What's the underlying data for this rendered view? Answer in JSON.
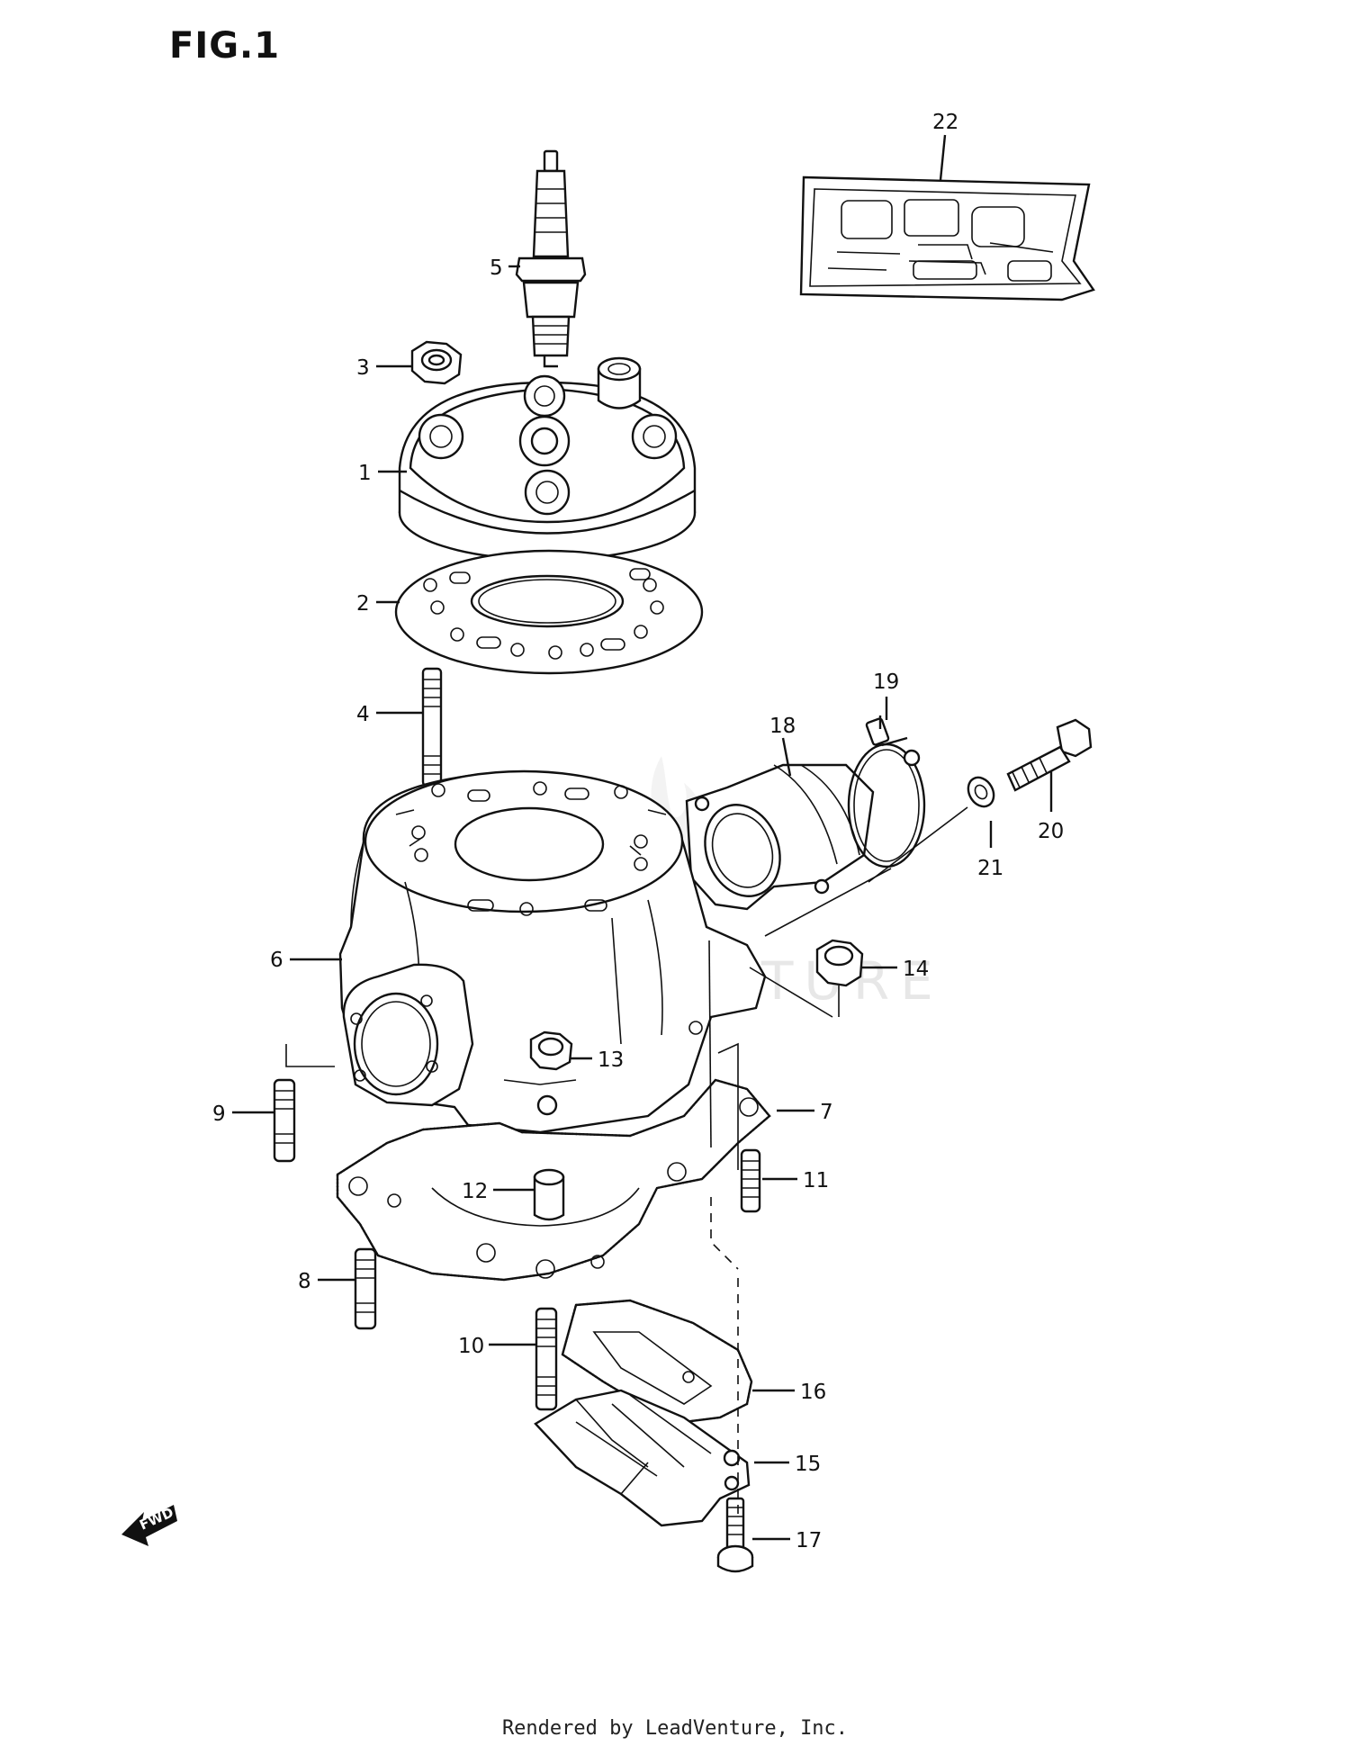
{
  "figure": {
    "title": "FIG.1",
    "watermark": "LEADVENTURE",
    "fwd_label": "FWD",
    "footer": "Rendered by LeadVenture, Inc."
  },
  "callouts": [
    {
      "id": "1",
      "part": "cylinder-head"
    },
    {
      "id": "2",
      "part": "head-gasket"
    },
    {
      "id": "3",
      "part": "head-nut"
    },
    {
      "id": "4",
      "part": "head-stud"
    },
    {
      "id": "5",
      "part": "spark-plug"
    },
    {
      "id": "6",
      "part": "cylinder"
    },
    {
      "id": "7",
      "part": "cylinder-base-gasket"
    },
    {
      "id": "8",
      "part": "stud"
    },
    {
      "id": "9",
      "part": "stud"
    },
    {
      "id": "10",
      "part": "stud"
    },
    {
      "id": "11",
      "part": "stud"
    },
    {
      "id": "12",
      "part": "dowel-pin"
    },
    {
      "id": "13",
      "part": "nut"
    },
    {
      "id": "14",
      "part": "nut"
    },
    {
      "id": "15",
      "part": "reed-valve"
    },
    {
      "id": "16",
      "part": "reed-valve-gasket"
    },
    {
      "id": "17",
      "part": "bolt"
    },
    {
      "id": "18",
      "part": "intake-pipe"
    },
    {
      "id": "19",
      "part": "clamp"
    },
    {
      "id": "20",
      "part": "bolt"
    },
    {
      "id": "21",
      "part": "washer"
    },
    {
      "id": "22",
      "part": "gasket-set"
    }
  ]
}
